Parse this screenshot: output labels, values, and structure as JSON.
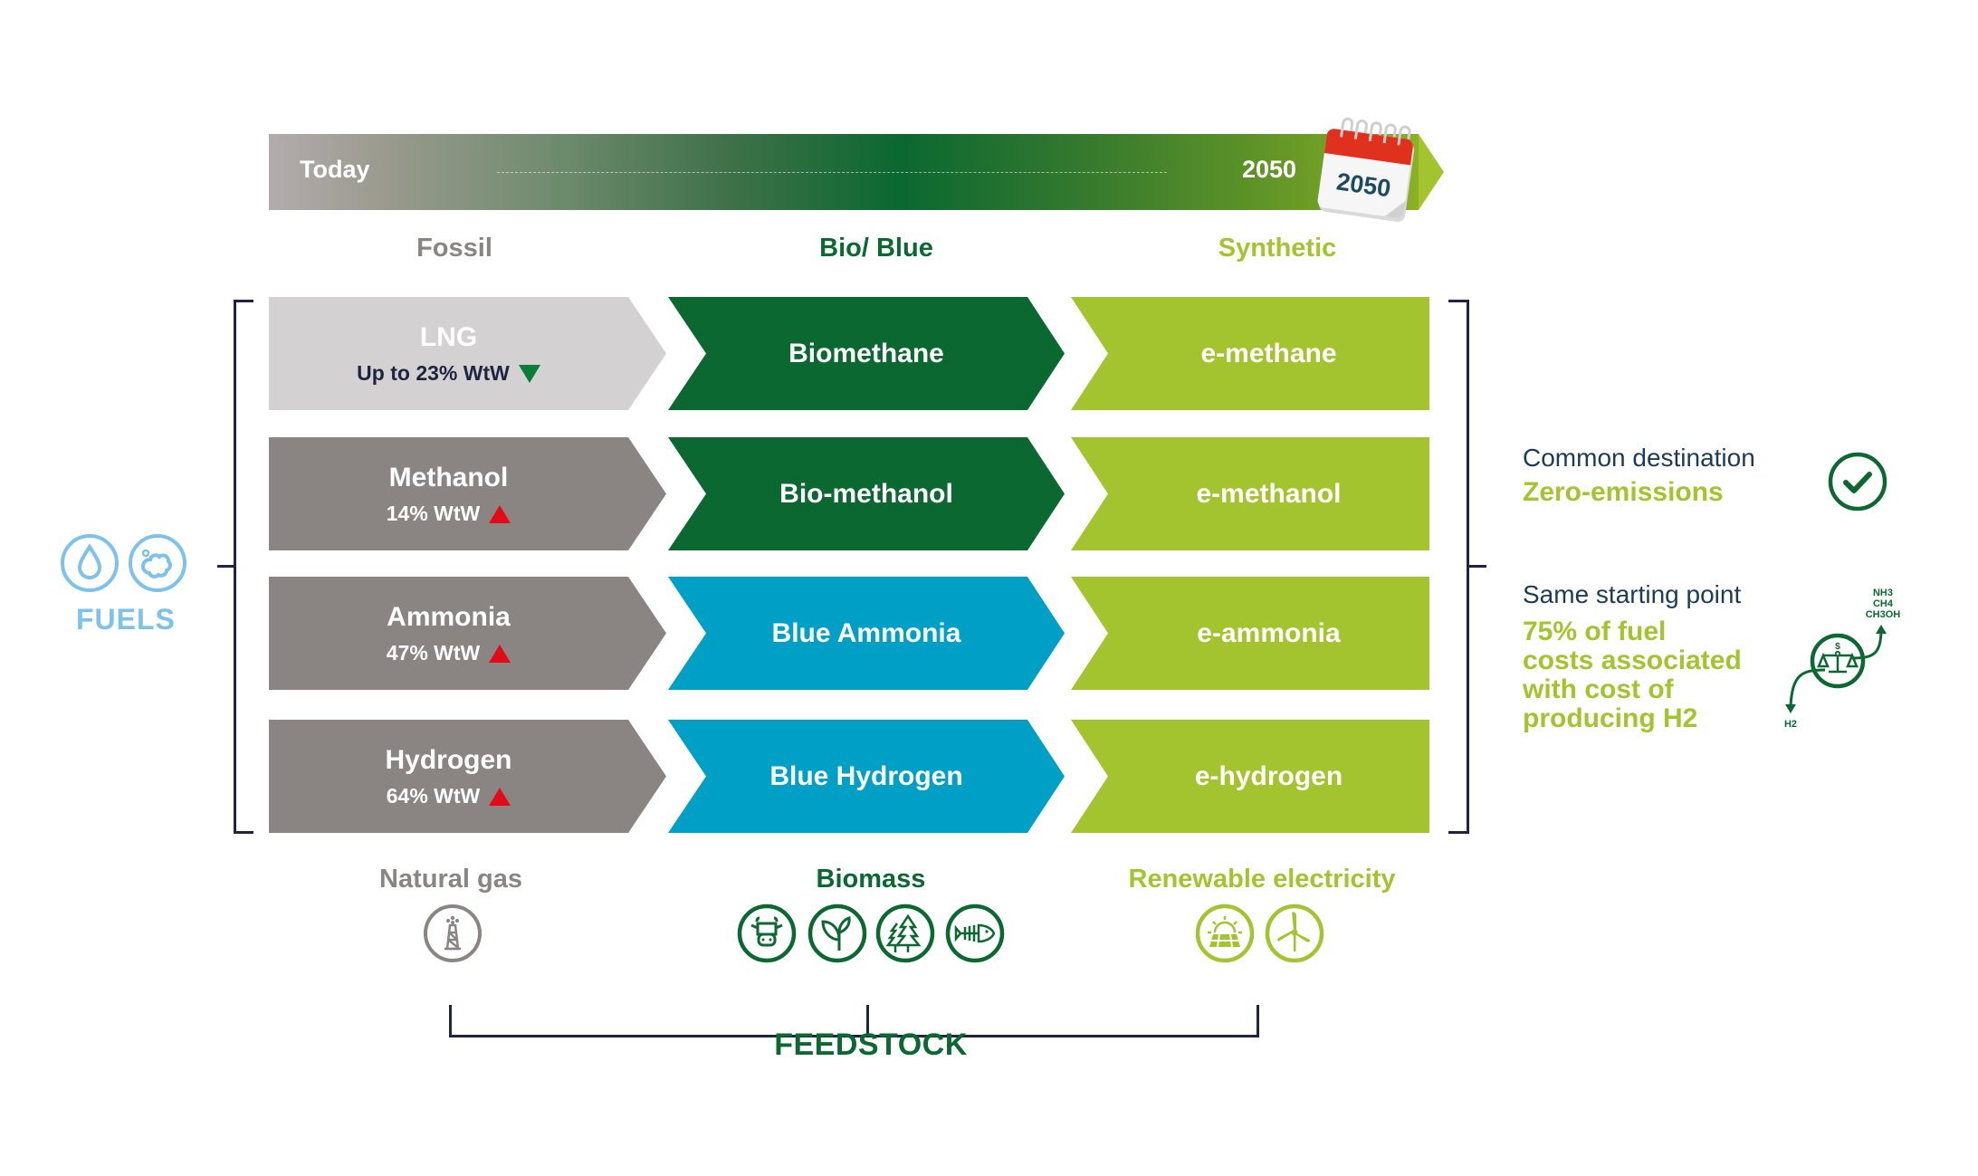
{
  "colors": {
    "fossil_light": "#d3d1d2",
    "fossil": "#8a8582",
    "bio_green": "#0b6831",
    "blue": "#009fc5",
    "synthetic": "#a4c42f",
    "fuels_blue": "#7cc2ea",
    "dark_navy": "#1e2541",
    "arrow_up_red": "#e30b17",
    "arrow_down_green": "#0b7c39"
  },
  "timeline": {
    "start_label": "Today",
    "end_label": "2050",
    "calendar_year": "2050"
  },
  "columns": [
    {
      "label": "Fossil",
      "color": "#8a8582"
    },
    {
      "label": "Bio/ Blue",
      "color": "#0b6831"
    },
    {
      "label": "Synthetic",
      "color": "#a4c42f"
    }
  ],
  "rows": [
    {
      "fossil": {
        "name": "LNG",
        "wtw": "Up to 23% WtW",
        "trend": "down",
        "trend_icon": "triangle-down-green"
      },
      "bio_blue": {
        "name": "Biomethane",
        "type": "bio"
      },
      "synthetic": {
        "name": "e-methane"
      }
    },
    {
      "fossil": {
        "name": "Methanol",
        "wtw": "14% WtW",
        "trend": "up",
        "trend_icon": "triangle-up-red"
      },
      "bio_blue": {
        "name": "Bio-methanol",
        "type": "bio"
      },
      "synthetic": {
        "name": "e-methanol"
      }
    },
    {
      "fossil": {
        "name": "Ammonia",
        "wtw": "47% WtW",
        "trend": "up",
        "trend_icon": "triangle-up-red"
      },
      "bio_blue": {
        "name": "Blue Ammonia",
        "type": "blue"
      },
      "synthetic": {
        "name": "e-ammonia"
      }
    },
    {
      "fossil": {
        "name": "Hydrogen",
        "wtw": "64% WtW",
        "trend": "up",
        "trend_icon": "triangle-up-red"
      },
      "bio_blue": {
        "name": "Blue Hydrogen",
        "type": "blue"
      },
      "synthetic": {
        "name": "e-hydrogen"
      }
    }
  ],
  "fuels": {
    "label": "FUELS",
    "icons": [
      "liquid-drop-icon",
      "gas-cloud-icon"
    ]
  },
  "feedstock": {
    "title": "FEEDSTOCK",
    "groups": [
      {
        "label": "Natural gas",
        "icons": [
          "gas-well-icon"
        ]
      },
      {
        "label": "Biomass",
        "icons": [
          "cow-icon",
          "plant-leaf-icon",
          "forest-icon",
          "fish-bone-icon"
        ]
      },
      {
        "label": "Renewable electricity",
        "icons": [
          "solar-panel-icon",
          "wind-turbine-icon"
        ]
      }
    ]
  },
  "side_panel": {
    "destination": {
      "heading": "Common destination",
      "value": "Zero-emissions",
      "icon": "check-circle-icon"
    },
    "starting_point": {
      "heading": "Same starting point",
      "value_lines": [
        "75% of fuel",
        "costs associated",
        "with cost of",
        "producing H2"
      ],
      "icon": "balance-scale-icon",
      "icon_labels": {
        "dollar": "$",
        "outputs": [
          "NH3",
          "CH4",
          "CH3OH"
        ],
        "input": "H2"
      }
    }
  }
}
